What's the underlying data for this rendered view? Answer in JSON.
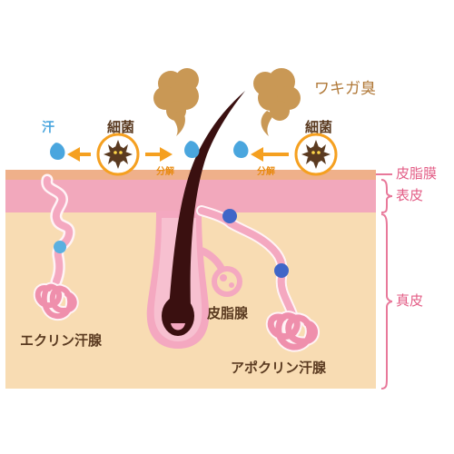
{
  "labels": {
    "odor": "ワキガ臭",
    "sweat": "汗",
    "bacteria_left": "細菌",
    "bacteria_right": "細菌",
    "decompose_left": "分解",
    "decompose_right": "分解",
    "sebum_membrane": "皮脂膜",
    "epidermis": "表皮",
    "dermis": "真皮",
    "sebaceous_gland": "皮脂腺",
    "eccrine_gland": "エクリン汗腺",
    "apocrine_gland": "アポクリン汗腺"
  },
  "colors": {
    "dermis": "#f8dcb3",
    "epidermis": "#f2a8bc",
    "sebum_membrane": "#efb08a",
    "gland_duct": "#f4a8c0",
    "gland_dot": "#3f66c8",
    "hair": "#3a1010",
    "odor_cloud": "#c99855",
    "arrow": "#f5a020",
    "bracket": "#e8789a",
    "sweat_drop": "#4aa6de"
  }
}
